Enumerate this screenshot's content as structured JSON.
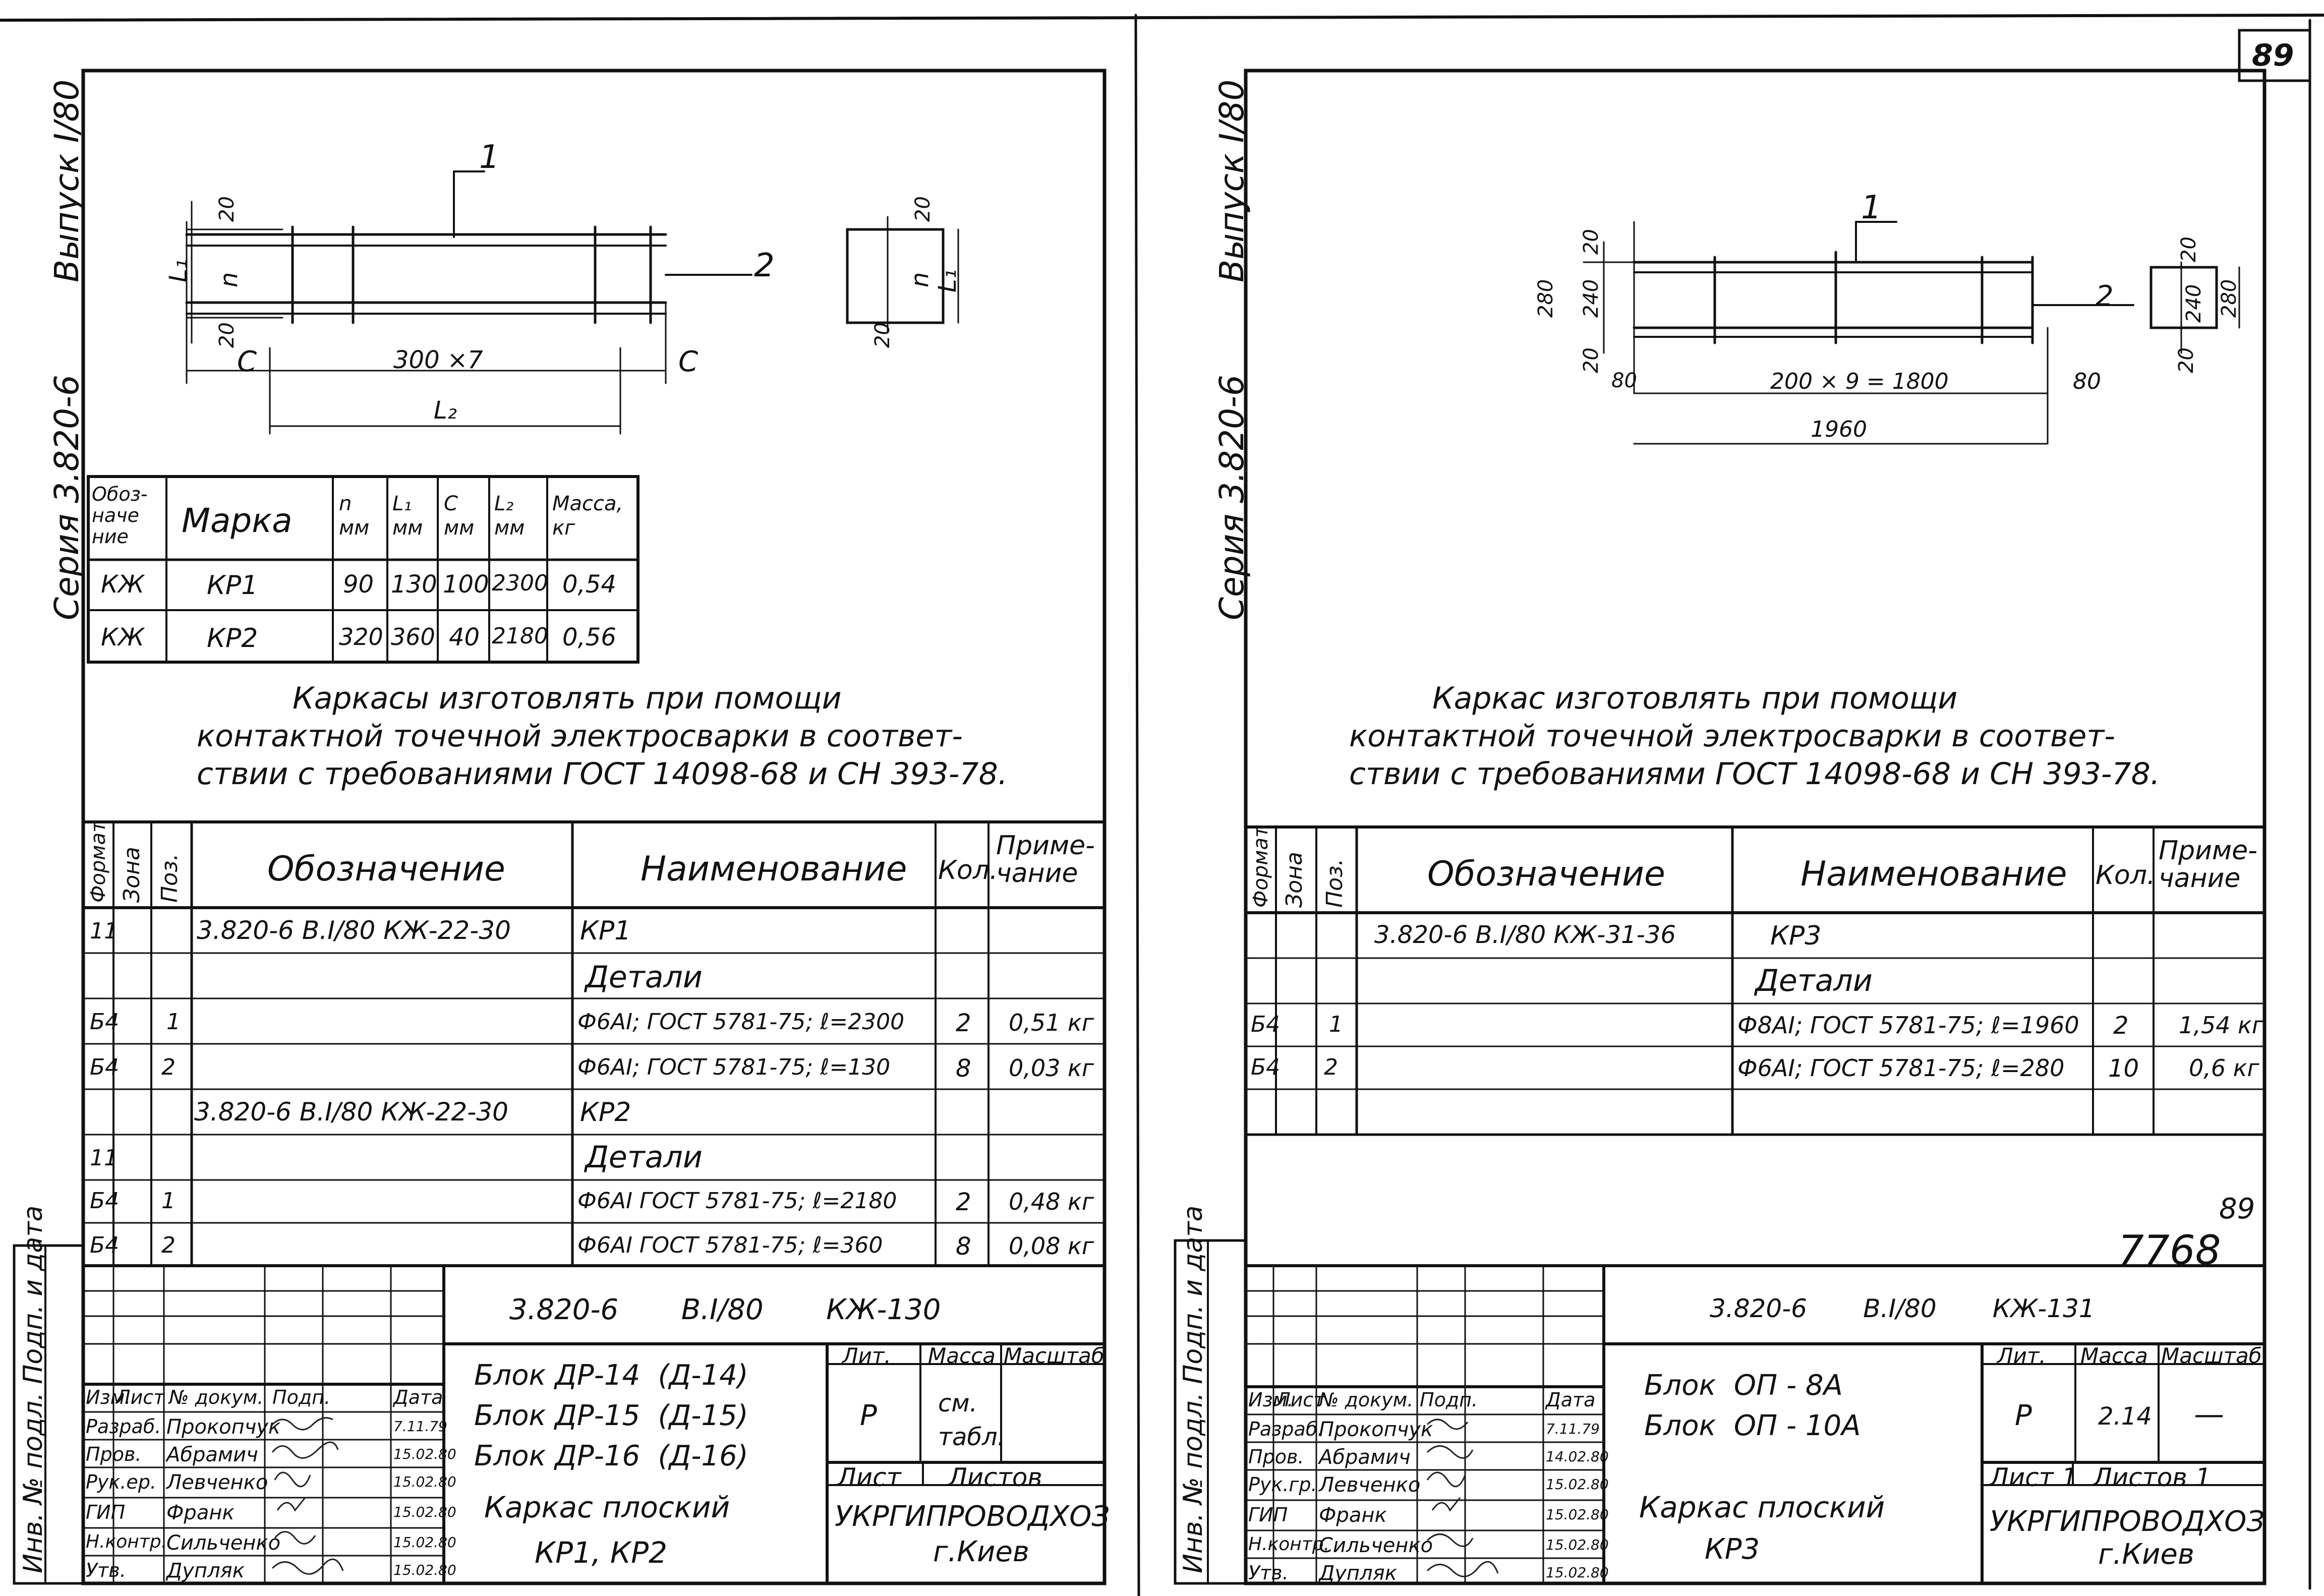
{
  "page_number": "89",
  "left": {
    "series_label": "Серия 3.820-6",
    "issue_label": "Выпуск I/80",
    "drawing": {
      "pos1": "1",
      "pos2": "2",
      "dim_20_top": "20",
      "dim_n": "n",
      "dim_L1": "L₁",
      "dim_20_bottom": "20",
      "dim_c_left": "C",
      "dim_c_right": "C",
      "dim_pitch": "300 ×7",
      "dim_L2": "L₂",
      "sec_20_top": "20",
      "sec_n": "n",
      "sec_L1": "L₁",
      "sec_20_bottom": "20"
    },
    "marks_table": {
      "headers": [
        "Обоз-наче ние",
        "Марка",
        "n мм",
        "L₁ мм",
        "C мм",
        "L₂ мм",
        "Масса, кг"
      ],
      "rows": [
        [
          "КЖ",
          "КР1",
          "90",
          "130",
          "100",
          "2300",
          "0,54"
        ],
        [
          "КЖ",
          "КР2",
          "320",
          "360",
          "40",
          "2180",
          "0,56"
        ]
      ]
    },
    "note_lines": [
      "Каркасы изготовлять при помощи",
      "контактной точечной электросварки в соответ-",
      "ствии с требованиями ГОСТ 14098-68 и СН 393-78."
    ],
    "spec": {
      "headers": [
        "Формат",
        "Зона",
        "Поз.",
        "Обозначение",
        "Наименование",
        "Кол.",
        "Приме-чание"
      ],
      "rows": [
        [
          "11",
          "",
          "",
          "3.820-6   В.I/80 КЖ-22-30",
          "КР1",
          "",
          ""
        ],
        [
          "",
          "",
          "",
          "",
          "Детали",
          "",
          ""
        ],
        [
          "Б4",
          "",
          "1",
          "",
          "Ф6АI; ГОСТ 5781-75; ℓ=2300",
          "2",
          "0,51 кг"
        ],
        [
          "Б4",
          "",
          "2",
          "",
          "Ф6АI; ГОСТ 5781-75; ℓ=130",
          "8",
          "0,03 кг"
        ],
        [
          "",
          "",
          "",
          "3.820-6   В.I/80  КЖ-22-30",
          "КР2",
          "",
          ""
        ],
        [
          "11",
          "",
          "",
          "",
          "Детали",
          "",
          ""
        ],
        [
          "Б4",
          "",
          "1",
          "",
          "Ф6АI ГОСТ 5781-75; ℓ=2180",
          "2",
          "0,48 кг"
        ],
        [
          "Б4",
          "",
          "2",
          "",
          "Ф6АI ГОСТ 5781-75; ℓ=360",
          "8",
          "0,08 кг"
        ]
      ]
    },
    "stamp": {
      "code": "3.820-6       В.I/80       КЖ-130",
      "blocks": [
        "Блок ДР-14  (Д-14)",
        "Блок ДР-15  (Д-15)",
        "Блок ДР-16  (Д-16)"
      ],
      "title": [
        "Каркас плоский",
        "КР1, КР2"
      ],
      "lit_label": "Лит.",
      "mass_label": "Масса",
      "scale_label": "Масштаб",
      "lit": "Р",
      "mass": "см. табл.",
      "scale": "",
      "sheet_label": "Лист",
      "sheets_label": "Листов",
      "org": "УКРГИПРОВОДХОЗ",
      "city": "г.Киев",
      "hdr": [
        "Изм.",
        "Лист",
        "№ докум.",
        "Подп.",
        "Дата"
      ],
      "people": [
        [
          "Разраб.",
          "Прокопчук",
          "7.11.79"
        ],
        [
          "Пров.",
          "Абрамич",
          "15.02.80"
        ],
        [
          "Рук.ер.",
          "Левченко",
          "15.02.80"
        ],
        [
          "ГИП",
          "Франк",
          "15.02.80"
        ],
        [
          "Н.контр.",
          "Сильченко",
          "15.02.80"
        ],
        [
          "Утв.",
          "Дупляк",
          "15.02.80"
        ]
      ],
      "side_label": "Инв. № подл.  Подп. и дата"
    }
  },
  "right": {
    "series_label": "Серия 3.820-6",
    "issue_label": "Выпуск I/80",
    "drawing": {
      "pos1": "1",
      "pos2": "2",
      "dim_20a": "20",
      "dim_240": "240",
      "dim_280": "280",
      "dim_20b": "20",
      "dim_80_left": "80",
      "dim_pitch": "200 × 9 = 1800",
      "dim_80_right": "80",
      "dim_1960": "1960",
      "sec_20a": "20",
      "sec_240": "240",
      "sec_280": "280",
      "sec_20b": "20"
    },
    "note_lines": [
      "Каркас изготовлять при помощи",
      "контактной точечной электросварки в соответ-",
      "ствии с требованиями ГОСТ 14098-68 и СН 393-78."
    ],
    "spec": {
      "headers": [
        "Формат",
        "Зона",
        "Поз.",
        "Обозначение",
        "Наименование",
        "Кол.",
        "Приме-чание"
      ],
      "rows": [
        [
          "",
          "",
          "",
          "3.820-6  В.I/80 КЖ-31-36",
          "КР3",
          "",
          ""
        ],
        [
          "",
          "",
          "",
          "",
          "Детали",
          "",
          ""
        ],
        [
          "Б4",
          "",
          "1",
          "",
          "Ф8АI; ГОСТ 5781-75; ℓ=1960",
          "2",
          "1,54 кг"
        ],
        [
          "Б4",
          "",
          "2",
          "",
          "Ф6АI; ГОСТ 5781-75; ℓ=280",
          "10",
          "0,6 кг"
        ]
      ]
    },
    "handwritten_number": "7768",
    "small_number": "89",
    "stamp": {
      "code": "3.820-6       В.I/80       КЖ-131",
      "blocks": [
        "Блок  ОП - 8А",
        "Блок  ОП - 10А"
      ],
      "title": [
        "Каркас плоский",
        "КР3"
      ],
      "lit_label": "Лит.",
      "mass_label": "Масса",
      "scale_label": "Масштаб",
      "lit": "Р",
      "mass": "2.14",
      "scale": "—",
      "sheet_label": "Лист 1",
      "sheets_label": "Листов 1",
      "org": "УКРГИПРОВОДХОЗ",
      "city": "г.Киев",
      "hdr": [
        "Изм.",
        "Лист",
        "№ докум.",
        "Подп.",
        "Дата"
      ],
      "people": [
        [
          "Разраб.",
          "Прокопчук",
          "7.11.79"
        ],
        [
          "Пров.",
          "Абрамич",
          "14.02.80"
        ],
        [
          "Рук.гр.",
          "Левченко",
          "15.02.80"
        ],
        [
          "ГИП",
          "Франк",
          "15.02.80"
        ],
        [
          "Н.контр.",
          "Сильченко",
          "15.02.80"
        ],
        [
          "Утв.",
          "Дупляк",
          "15.02.80"
        ]
      ],
      "side_label": "Инв. № подл.  Подп. и дата"
    }
  }
}
